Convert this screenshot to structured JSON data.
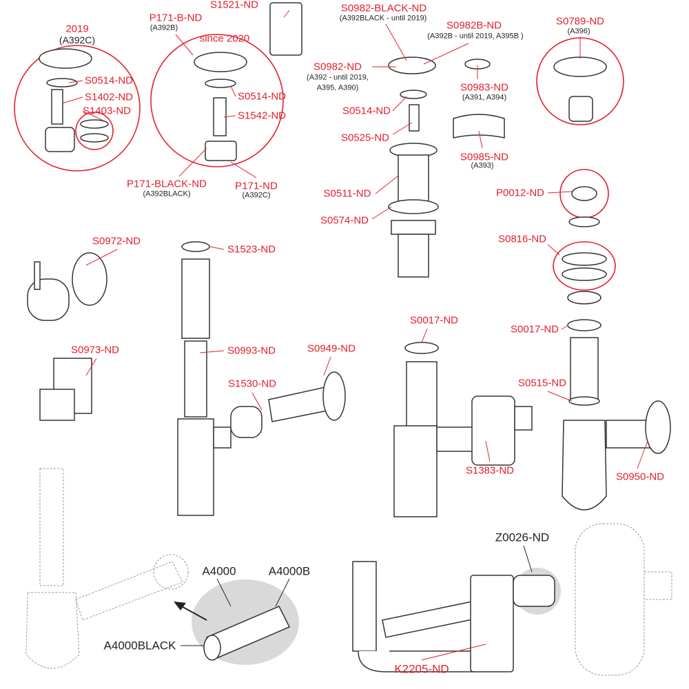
{
  "colors": {
    "accent": "#e3202b",
    "highlight": "#d9d9d9"
  },
  "labels": {
    "y2019": "2019",
    "a392c_top": "(A392C)",
    "p171b": "P171-B-ND",
    "p171b_sub": "(A392B)",
    "since2020": "since 2020",
    "s1521": "S1521-ND",
    "s0982black": "S0982-BLACK-ND",
    "s0982black_sub": "(A392BLACK - until 2019)",
    "s0982b": "S0982B-ND",
    "s0982b_sub": "(A392B - until 2019, A395B )",
    "s0789": "S0789-ND",
    "s0789_sub": "(A396)",
    "s0514_a": "S0514-ND",
    "s1402": "S1402-ND",
    "s1403": "S1403-ND",
    "s0514_b": "S0514-ND",
    "s1542": "S1542-ND",
    "s0982": "S0982-ND",
    "s0982_sub1": "(A392 - until 2019,",
    "s0982_sub2": "A395, A390)",
    "s0983": "S0983-ND",
    "s0983_sub": "(A391, A394)",
    "s0514_c": "S0514-ND",
    "s0525": "S0525-ND",
    "s0985": "S0985-ND",
    "s0985_sub": "(A393)",
    "p171black": "P171-BLACK-ND",
    "p171black_sub": "(A392BLACK)",
    "p171": "P171-ND",
    "p171_sub": "(A392C)",
    "p0012": "P0012-ND",
    "s0511": "S0511-ND",
    "s0574": "S0574-ND",
    "s0816": "S0816-ND",
    "s0972": "S0972-ND",
    "s1523": "S1523-ND",
    "s0017_a": "S0017-ND",
    "s0017_b": "S0017-ND",
    "s0973": "S0973-ND",
    "s0993": "S0993-ND",
    "s0949": "S0949-ND",
    "s1530": "S1530-ND",
    "s0515": "S0515-ND",
    "s1383": "S1383-ND",
    "s0950": "S0950-ND",
    "z0026": "Z0026-ND",
    "a4000": "A4000",
    "a4000b": "A4000B",
    "a4000black": "A4000BLACK",
    "k2205": "K2205-ND"
  }
}
